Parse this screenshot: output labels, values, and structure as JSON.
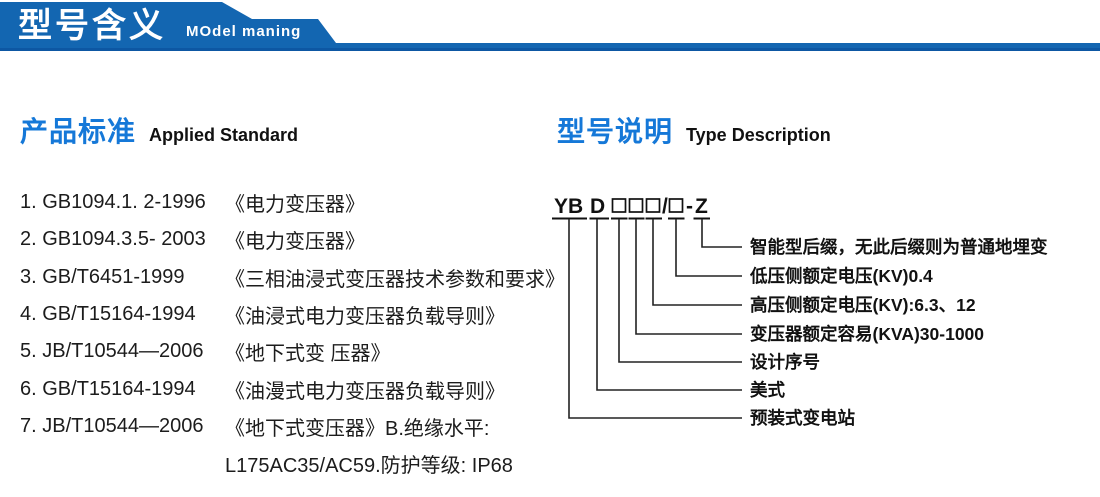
{
  "banner": {
    "title": "型号含义",
    "subtitle": "MOdel maning"
  },
  "colors": {
    "banner_blue": "#1366b1",
    "banner_edge": "#0d57a3",
    "accent_blue": "#1578d8",
    "text": "#1c1c1c"
  },
  "left": {
    "heading": "产品标准",
    "heading_en": "Applied Standard",
    "items": [
      {
        "code": "1. GB1094.1. 2-1996",
        "title": "《电力变压器》"
      },
      {
        "code": "2. GB1094.3.5- 2003",
        "title": "《电力变压器》"
      },
      {
        "code": "3. GB/T6451-1999",
        "title": "《三相油浸式变压器技术参数和要求》"
      },
      {
        "code": "4. GB/T15164-1994",
        "title": "《油浸式电力变压器负载导则》"
      },
      {
        "code": "5. JB/T10544—2006",
        "title": "《地下式变 压器》"
      },
      {
        "code": "6. GB/T15164-1994",
        "title": "《油漫式电力变压器负载导则》"
      },
      {
        "code": "7. JB/T10544—2006",
        "title": "《地下式变压器》B.绝缘水平:"
      }
    ],
    "continuation": "L175AC35/AC59.防护等级: IP68"
  },
  "right": {
    "heading": "型号说明",
    "heading_en": "Type Description",
    "model_code": {
      "full": "YBD□□□/□-Z",
      "parts": [
        "YB",
        "D",
        "□",
        "□",
        "□",
        "/",
        "□",
        "-",
        "Z"
      ]
    },
    "labels": [
      "智能型后缀，无此后缀则为普通地埋变",
      "低压侧额定电压(KV)0.4",
      "高压侧额定电压(KV):6.3、12",
      "变压器额定容易(KVA)30-1000",
      "设计序号",
      "美式",
      "预装式变电站"
    ]
  }
}
